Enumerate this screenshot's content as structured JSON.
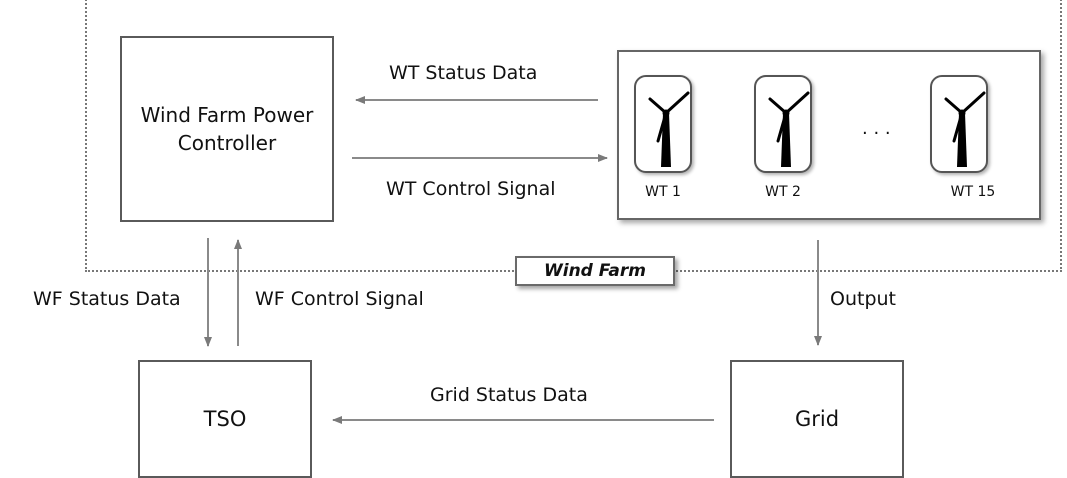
{
  "wind_farm": {
    "label": "Wind Farm",
    "controller_label": "Wind Farm Power\nController",
    "turbines": [
      {
        "label": "WT 1"
      },
      {
        "label": "WT 2"
      },
      {
        "label": "WT 15"
      }
    ],
    "ellipsis": ". . ."
  },
  "edges": {
    "wt_status": "WT Status Data",
    "wt_control": "WT Control Signal",
    "wf_status": "WF Status Data",
    "wf_control": "WF Control Signal",
    "output": "Output",
    "grid_status": "Grid Status Data"
  },
  "nodes": {
    "tso": "TSO",
    "grid": "Grid"
  },
  "colors": {
    "arrow": "#7a7a7a",
    "border": "#5a5a5a"
  }
}
